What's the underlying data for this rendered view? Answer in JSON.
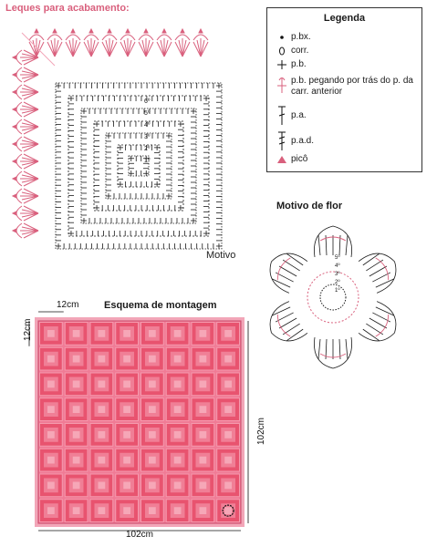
{
  "titles": {
    "leques": "Leques para acabamento:",
    "motivo": "Motivo",
    "motivo_flor": "Motivo de flor",
    "esquema": "Esquema de montagem"
  },
  "legend": {
    "title": "Legenda",
    "items": [
      {
        "symbol": "dot-icon",
        "label": "p.bx."
      },
      {
        "symbol": "oval-icon",
        "label": "corr."
      },
      {
        "symbol": "plus-icon",
        "label": "p.b."
      },
      {
        "symbol": "back-loop-plus-icon",
        "label": "p.b. pegando por trás do p. da carr. anterior"
      },
      {
        "symbol": "treble-stitch-icon",
        "label": "p.a."
      },
      {
        "symbol": "double-treble-stitch-icon",
        "label": "p.a.d."
      },
      {
        "symbol": "picot-icon",
        "label": "picô"
      }
    ]
  },
  "motif_rounds": [
    "1º",
    "2º",
    "3º",
    "4º",
    "5º",
    "6º"
  ],
  "flower_rounds": [
    "1º",
    "2º",
    "3º",
    "4º",
    "5º"
  ],
  "dimensions": {
    "square": "12cm",
    "total_width": "102cm",
    "total_height": "102cm"
  },
  "grid": {
    "rows": 8,
    "cols": 8
  },
  "colors": {
    "pink": "#d9607d",
    "light_pink": "#f2a6b8",
    "panel": "#f07b95",
    "ink": "#1a1a1a"
  }
}
